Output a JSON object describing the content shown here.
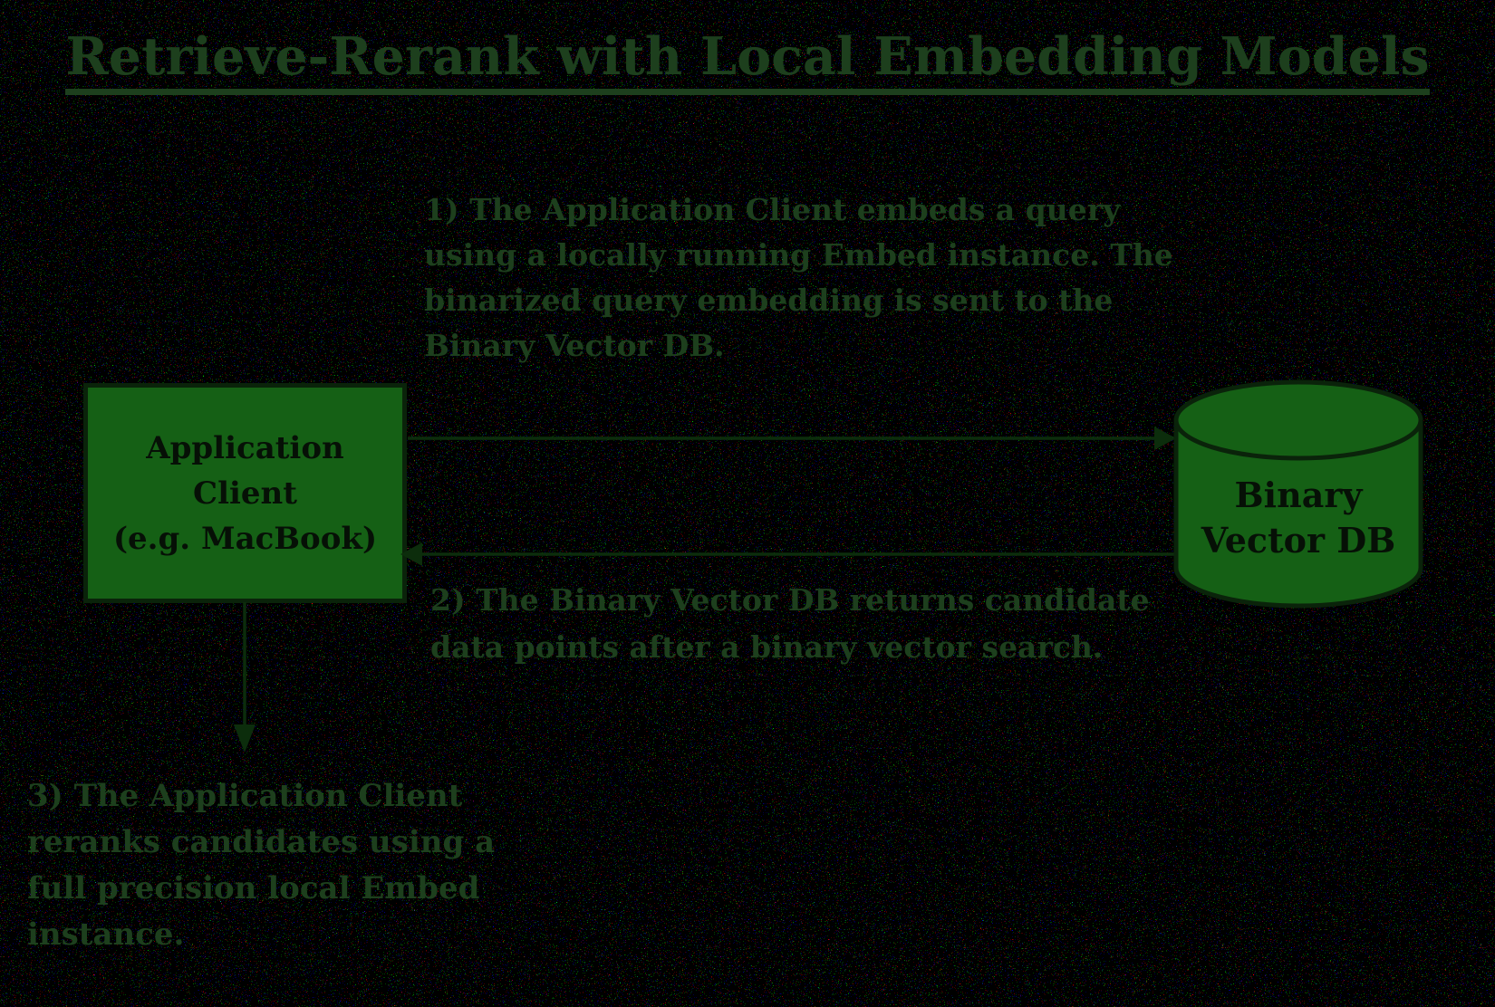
{
  "title": "Retrieve-Rerank with Local Embedding Models",
  "nodes": {
    "application_client": {
      "label": "Application\nClient\n(e.g. MacBook)"
    },
    "binary_vector_db": {
      "label": "Binary\nVector DB"
    }
  },
  "steps": [
    {
      "number": "1",
      "text": "1) The Application Client embeds a query\nusing a locally running Embed instance. The\nbinarized query embedding is sent to the\nBinary Vector DB."
    },
    {
      "number": "2",
      "text": "2) The Binary Vector DB returns candidate\ndata points after a binary vector search."
    },
    {
      "number": "3",
      "text": "3) The Application Client\nreranks candidates using a\nfull precision local Embed\ninstance."
    }
  ],
  "edges": [
    {
      "name": "query-embedding-arrow",
      "from": "application_client",
      "to": "binary_vector_db",
      "direction": "right",
      "step": "1"
    },
    {
      "name": "candidates-return-arrow",
      "from": "binary_vector_db",
      "to": "application_client",
      "direction": "left",
      "step": "2"
    },
    {
      "name": "rerank-arrow",
      "from": "application_client",
      "to": "step3_annotation",
      "direction": "down",
      "step": "3"
    }
  ],
  "colors": {
    "ink_green": "#1d3f1d",
    "shape_fill": "#156015",
    "shape_stroke": "#0a230a",
    "node_label": "#061006",
    "bg": "#000000"
  }
}
